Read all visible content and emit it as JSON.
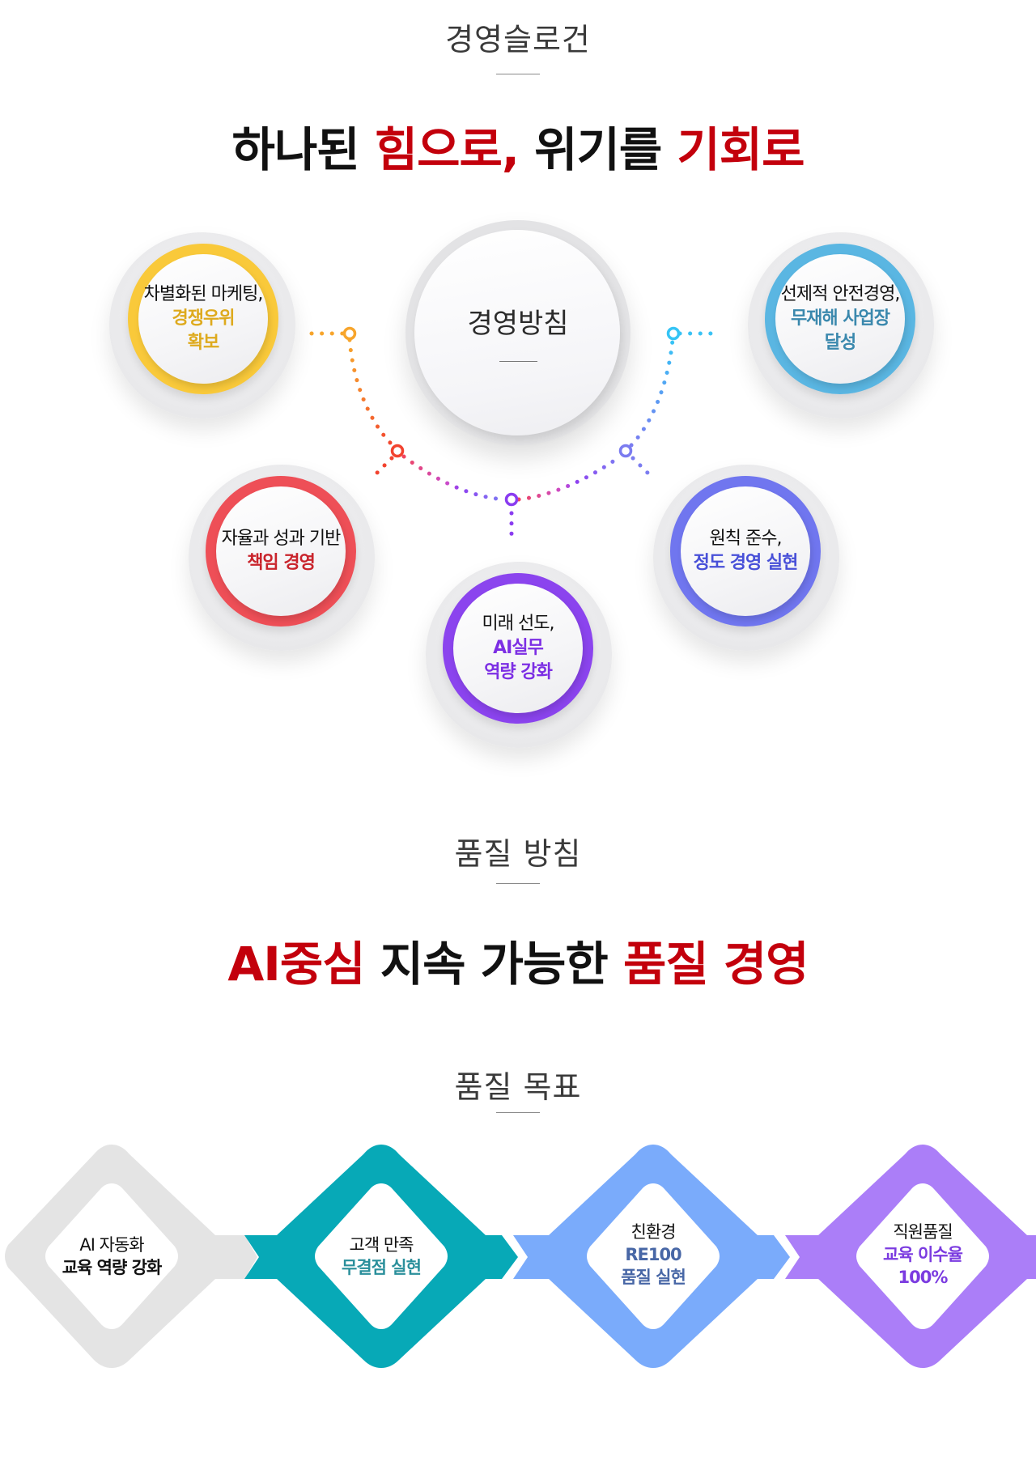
{
  "slogan_section": {
    "title": "경영슬로건",
    "slogan": {
      "part1": "하나된 ",
      "part2": "힘으로,",
      "part3": " 위기를 ",
      "part4": "기회로"
    }
  },
  "policy_section": {
    "center_label": "경영방침",
    "items": [
      {
        "line1": "차별화된 마케팅,",
        "line2": "경쟁우위",
        "line3": "확보",
        "ring_color": "#f9c93a",
        "text_color": "#deaa1e"
      },
      {
        "line1": "선제적 안전경영,",
        "line2": "무재해 사업장",
        "line3": "달성",
        "ring_color": "#5ab6e2",
        "text_color": "#3a88ad"
      },
      {
        "line1": "자율과 성과 기반",
        "line2": "책임 경영",
        "line3": "",
        "ring_color": "#ee4f57",
        "text_color": "#c9242c"
      },
      {
        "line1": "미래 선도,",
        "line2": "AI실무",
        "line3": "역량 강화",
        "ring_color": "#8b44ee",
        "text_color": "#7c2ee4"
      },
      {
        "line1": "원칙 준수,",
        "line2": "정도 경영 실현",
        "line3": "",
        "ring_color": "#7076ef",
        "text_color": "#4850d8"
      }
    ],
    "connector_colors": {
      "orange": "#f79a2c",
      "red": "#f24a33",
      "magenta": "#d64bbd",
      "purple": "#8a3cf0",
      "indigo": "#7b7cf0",
      "cyan": "#3ac2f4"
    }
  },
  "quality_policy_section": {
    "title": "품질 방침",
    "slogan": {
      "part1": "AI중심",
      "part2": " 지속 가능한 ",
      "part3": "품질 경영"
    }
  },
  "quality_goal_section": {
    "title": "품질 목표",
    "goals": [
      {
        "line1": "AI 자동화",
        "line2": "교육 역량 강화",
        "line3": "",
        "color": "#e4e4e4",
        "text_color": "#111111"
      },
      {
        "line1": "고객 만족",
        "line2": "무결점 실현",
        "line3": "",
        "color": "#07a9b7",
        "text_color": "#2a8f9b"
      },
      {
        "line1": "친환경",
        "line2": "RE100",
        "line3": "품질 실현",
        "color": "#7aabfb",
        "text_color": "#4867a6"
      },
      {
        "line1": "직원품질",
        "line2": "교육 이수율",
        "line3": "100%",
        "color": "#ab7ef8",
        "text_color": "#7b3be0"
      }
    ]
  }
}
